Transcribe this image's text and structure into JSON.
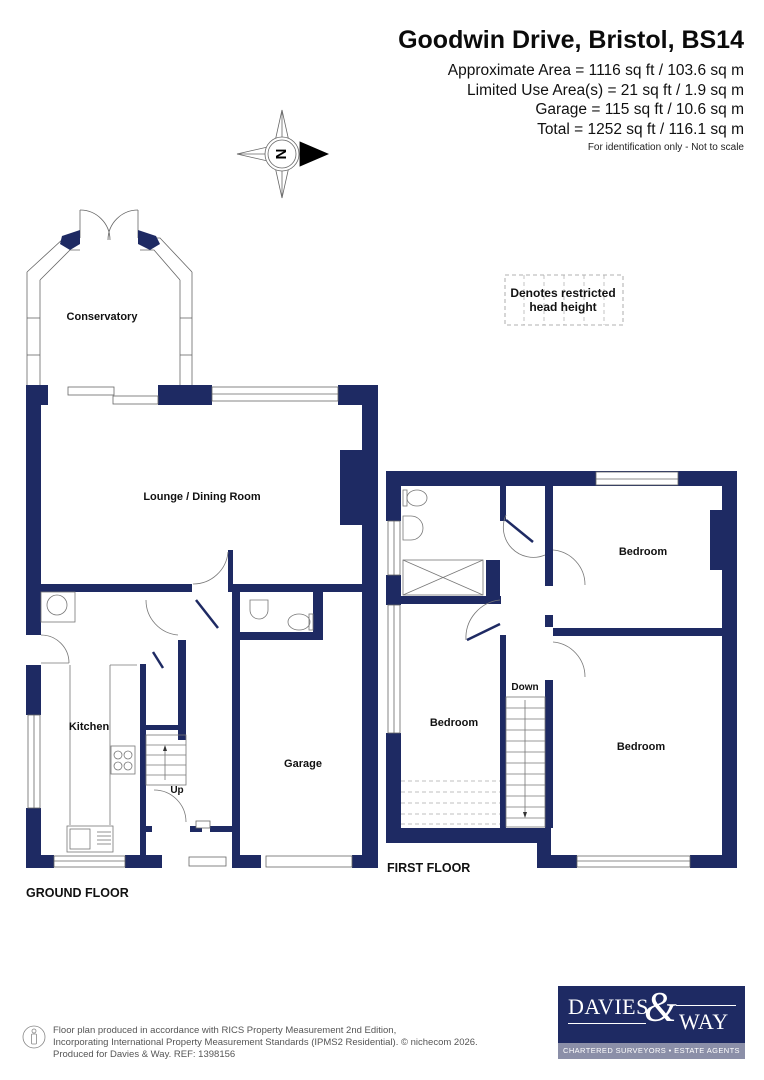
{
  "header": {
    "title": "Goodwin Drive, Bristol, BS14",
    "areas": [
      "Approximate Area = 1116 sq ft / 103.6 sq m",
      "Limited Use Area(s) = 21 sq ft / 1.9 sq m",
      "Garage = 115 sq ft / 10.6 sq m",
      "Total = 1252 sq ft / 116.1 sq m"
    ],
    "disclaimer": "For identification only - Not to scale"
  },
  "compass": {
    "letter": "N",
    "icon": "compass-north-arrow-icon",
    "direction": "east"
  },
  "legend": {
    "restricted_line1": "Denotes restricted",
    "restricted_line2": "head height"
  },
  "ground_floor": {
    "label": "GROUND FLOOR",
    "rooms": {
      "conservatory": "Conservatory",
      "lounge": "Lounge / Dining Room",
      "kitchen": "Kitchen",
      "garage": "Garage",
      "stairs": "Up"
    }
  },
  "first_floor": {
    "label": "FIRST FLOOR",
    "rooms": {
      "bedroom_rear": "Bedroom",
      "bedroom_left": "Bedroom",
      "bedroom_front": "Bedroom",
      "stairs": "Down"
    }
  },
  "footer": {
    "line1": "Floor plan produced in accordance with RICS Property Measurement 2nd Edition,",
    "line2": "Incorporating International Property Measurement Standards (IPMS2 Residential).   © nichecom 2026.",
    "line3": "Produced for Davies & Way.   REF:  1398156"
  },
  "logo": {
    "word1": "DAVIES",
    "ampersand": "&",
    "word2": "WAY",
    "tagline": "CHARTERED SURVEYORS • ESTATE AGENTS"
  },
  "colors": {
    "wall": "#1e2a63",
    "logo_bg": "#1e2a63",
    "logo_strip": "#8b8fa8"
  }
}
